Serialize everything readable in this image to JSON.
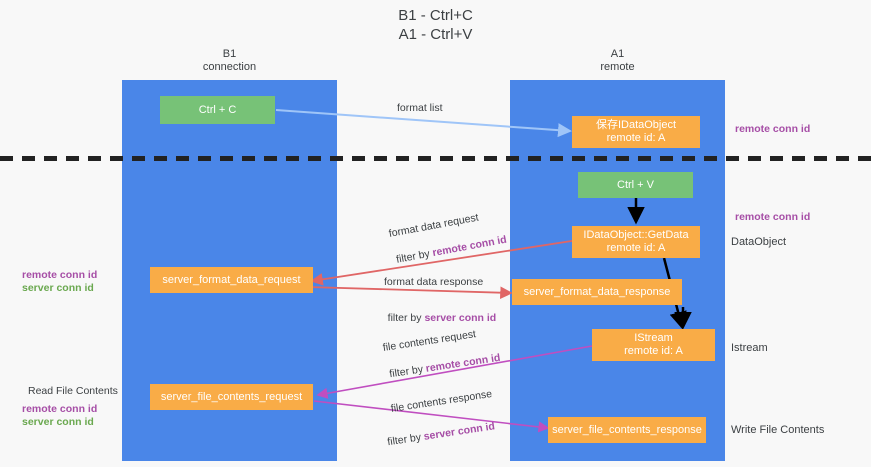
{
  "title": "B1 - Ctrl+C\nA1 - Ctrl+V",
  "columns": [
    {
      "label": "B1\nconnection"
    },
    {
      "label": "A1\nremote"
    }
  ],
  "nodes": {
    "ctrl_c": "Ctrl + C",
    "ctrl_v": "Ctrl + V",
    "save_dataobject": "保存IDataObject\nremote id: A",
    "getdata": "IDataObject::GetData\nremote id: A",
    "istream": "IStream\nremote id: A",
    "server_format_data_request": "server_format_data_request",
    "server_format_data_response": "server_format_data_response",
    "server_file_contents_request": "server_file_contents_request",
    "server_file_contents_response": "server_file_contents_response"
  },
  "edge_labels": {
    "format_list": "format list",
    "format_data_request": "format data request",
    "format_data_request_filter_prefix": "filter by ",
    "format_data_request_filter_key": "remote conn id",
    "format_data_response": "format data response",
    "format_data_response_filter_prefix": "filter by ",
    "format_data_response_filter_key": "server conn id",
    "file_contents_request": "file contents request",
    "file_contents_request_filter_prefix": "filter by ",
    "file_contents_request_filter_key": "remote conn id",
    "file_contents_response": "file contents response",
    "file_contents_response_filter_prefix": "filter by ",
    "file_contents_response_filter_key": "server conn id"
  },
  "left_notes": {
    "remote_conn_id": "remote conn id",
    "server_conn_id": "server conn id",
    "read_file_contents": "Read File Contents",
    "remote_conn_id_2": "remote conn id",
    "server_conn_id_2": "server conn id"
  },
  "right_notes": {
    "remote_conn_id_top": "remote conn id",
    "remote_conn_id_mid": "remote conn id",
    "dataobject": "DataObject",
    "istream": "Istream",
    "write_file_contents": "Write File Contents"
  },
  "colors": {
    "lane": "#4a86e8",
    "green_node": "#77c277",
    "orange_node": "#f9ac47",
    "purple_text": "#a64ea6",
    "green_text": "#6aa84f",
    "blue_arrow": "#9fc5f8",
    "red_arrow": "#e06666",
    "magenta_arrow": "#c04ec0",
    "black_arrow": "#000000",
    "background": "#f8f8f8"
  }
}
